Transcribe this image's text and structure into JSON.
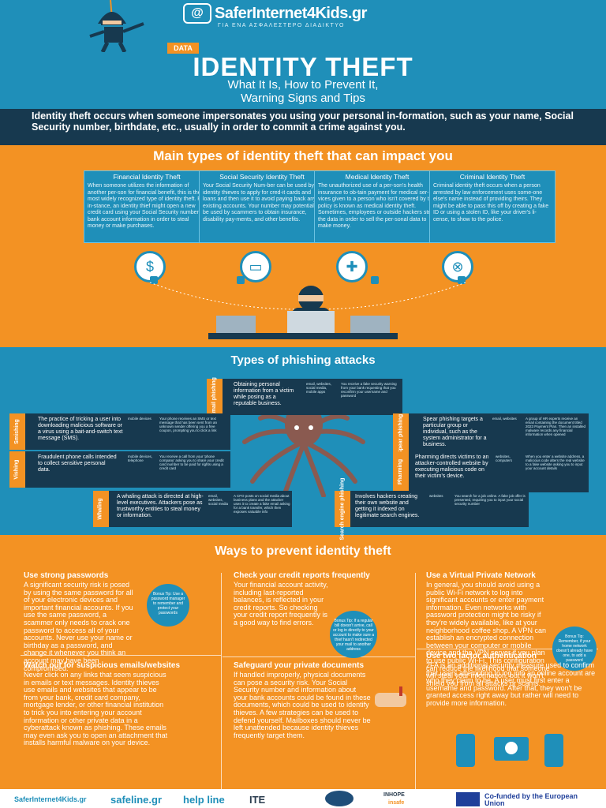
{
  "header": {
    "logo_icon": "@",
    "logo_text": "SaferInternet4Kids.gr",
    "logo_sub": "ΓΙΑ ΕΝΑ ΑΣΦΑΛΕΣΤΕΡΟ ΔΙΑΔΙΚΤΥΟ",
    "tag": "DATA",
    "title": "IDENTITY THEFT",
    "subtitle_line1": "What It Is, How to Prevent It,",
    "subtitle_line2": "Warning Signs and Tips"
  },
  "intro": "Identity theft occurs when someone impersonates you using your personal in-formation, such as your name, Social Security number, birthdate, etc., usually in order to commit a crime against you.",
  "types": {
    "title": "Main types of identity theft that can impact you",
    "cards": [
      {
        "title": "Financial Identity Theft",
        "text": "When someone utilizes the information of another per-son for financial benefit, this is the most widely recognized type of identity theft. For in-stance, an identity thief might open a new credit card using your Social Security number or bank account information in order to steal money or make purchases.",
        "icon": "money-icon",
        "glyph": "$"
      },
      {
        "title": "Social Security Identity Theft",
        "text": "Your Social Security Num-ber can be used by identity thieves to apply for cred-it cards and loans and then use it to avoid paying back any existing accounts. Your number may potentially be used by scammers to obtain insurance, disability pay-ments, and other benefits.",
        "icon": "card-icon",
        "glyph": "▭"
      },
      {
        "title": "Medical Identity Theft",
        "text": "The unauthorized use of a per-son's health insurance to ob-tain payment for medical ser-vices given to a person who isn't covered by the policy is known as medical identity theft. Sometimes, employees or outside hackers steal the data in order to sell the per-sonal data to make money.",
        "icon": "doctor-icon",
        "glyph": "✚"
      },
      {
        "title": "Criminal Identity Theft",
        "text": "Criminal identity theft occurs when a person arrested by law enforcement uses some-one else's name instead of providing theirs. They might be able to pass this off by creating a fake ID or using a stolen ID, like your driver's li-cense, to show to the police.",
        "icon": "handcuffs-icon",
        "glyph": "⊗"
      }
    ]
  },
  "phishing": {
    "title": "Types of phishing attacks",
    "items": [
      {
        "tab": "Email phishing",
        "text": "Obtaining personal information from a victim while posing as a reputable business.",
        "mini1": "email, websites, social media, mobile apps",
        "mini2": "You receive a fake security warning from your bank requesting that you reconfirm your username and password"
      },
      {
        "tab": "Smishing",
        "text": "The practice of tricking a user into downloading malicious software or a virus using a bait-and-switch text message (SMS).",
        "mini1": "mobile devices",
        "mini2": "Your phone receives an SMS or text message that has been sent from an unknown sender offering you a free coupon, prompting you to click a link"
      },
      {
        "tab": "Spear phishing",
        "text": "Spear phishing targets a particular group or individual, such as the system administrator for a business.",
        "mini1": "email, websites",
        "mini2": "A group of HR experts receive an email containing the document titled 2023 Payment Plan. Then an installed malware records any financial information when opened"
      },
      {
        "tab": "Vishing",
        "text": "Fraudulent phone calls intended to collect sensitive personal data.",
        "mini1": "mobile devices, telephone",
        "mini2": "You receive a call from your 'phone company' asking you to share your credit card number to be paid for rights using a credit card"
      },
      {
        "tab": "Pharming",
        "text": "Pharming directs victims to an attacker-controlled website by executing malicious code on their victim's device.",
        "mini1": "websites, computers",
        "mini2": "When you enter a website address, a malicious code alters the real website to a fake website asking you to input your account details"
      },
      {
        "tab": "Whaling",
        "text": "A whaling attack is directed at high-level executives. Attackers pose as trustworthy entities to steal money or information.",
        "mini1": "email, websites, social media",
        "mini2": "A CFO posts on social media about business plans and the attacker uses it to create a fake email asking for a bank transfer, which then exposes valuable info"
      },
      {
        "tab": "Search engine phishing",
        "text": "Involves hackers creating their own website and getting it indexed on legitimate search engines.",
        "mini1": "websites",
        "mini2": "You search for a job online. A fake job offer is presented, requiring you to input your social security number"
      }
    ]
  },
  "prevent": {
    "title": "Ways to prevent identity theft",
    "blocks": [
      {
        "title": "Use strong passwords",
        "text": "A significant security risk is posed by using the same password for all of your electronic devices and important financial accounts. If you use the same password, a scammer only needs to crack one password to access all of your accounts. Never use your name or birthday as a password, and change it whenever you think an account may have been compromised.",
        "bonus": "Bonus Tip: Use a password manager to remember and protect your passwords"
      },
      {
        "title": "Check your credit reports frequently",
        "text": "Your financial account activity, including last-reported balances, is reflected in your credit reports. So checking your credit report frequently is a good way to find errors.",
        "bonus": "Bonus Tip: If a regular bill doesn't arrive, call or log in directly to your account to make sure a thief hasn't redirected your mail to another address"
      },
      {
        "title": "Use a Virtual Private Network",
        "text": "In general, you should avoid using a public Wi-Fi network to log into significant accounts or enter payment information. Even networks with password protection might be risky if they're widely available, like at your neighborhood coffee shop. A VPN can establish an encrypted connection between your computer or mobile device and the VPN server if you plan to use public Wi-Fi. This configuration can reduce the likelihood that someone will steal your information, but it won't shield you from all attacks or scams.",
        "bonus": "Bonus Tip: Remember, if your home network doesn't already have one, to add a password"
      },
      {
        "title": "Watch out for suspicious emails/websites",
        "text": "Never click on any links that seem suspicious in emails or text messages. Identity thieves use emails and websites that appear to be from your bank, credit card company, mortgage lender, or other financial institution to trick you into entering your account information or other private data in a cyberattack known as phishing. These emails may even ask you to open an attachment that installs harmful malware on your device."
      },
      {
        "title": "Safeguard your private documents",
        "text": "If handled improperly, physical documents can pose a security risk. Your Social Security number and information about your bank accounts could be found in these documents, which could be used to identify thieves. A few strategies can be used to defend yourself. Mailboxes should never be left unattended because identity thieves frequently target them."
      },
      {
        "title": "Use two factor authentication",
        "text": "2FA is an additional security measure used to confirm that users attempting to log into an online account are who they claim to be. A user must first enter a username and password. After that, they won't be granted access right away but rather will need to provide more information."
      }
    ]
  },
  "footer": {
    "logos": [
      "SaferInternet4Kids.gr",
      "safeline.gr",
      "help line",
      "ITE",
      "INHOPE",
      "insafe"
    ],
    "eu": "Co-funded by the European Union"
  },
  "colors": {
    "orange": "#f39223",
    "blue": "#1f8fb9",
    "navy": "#17394f"
  }
}
